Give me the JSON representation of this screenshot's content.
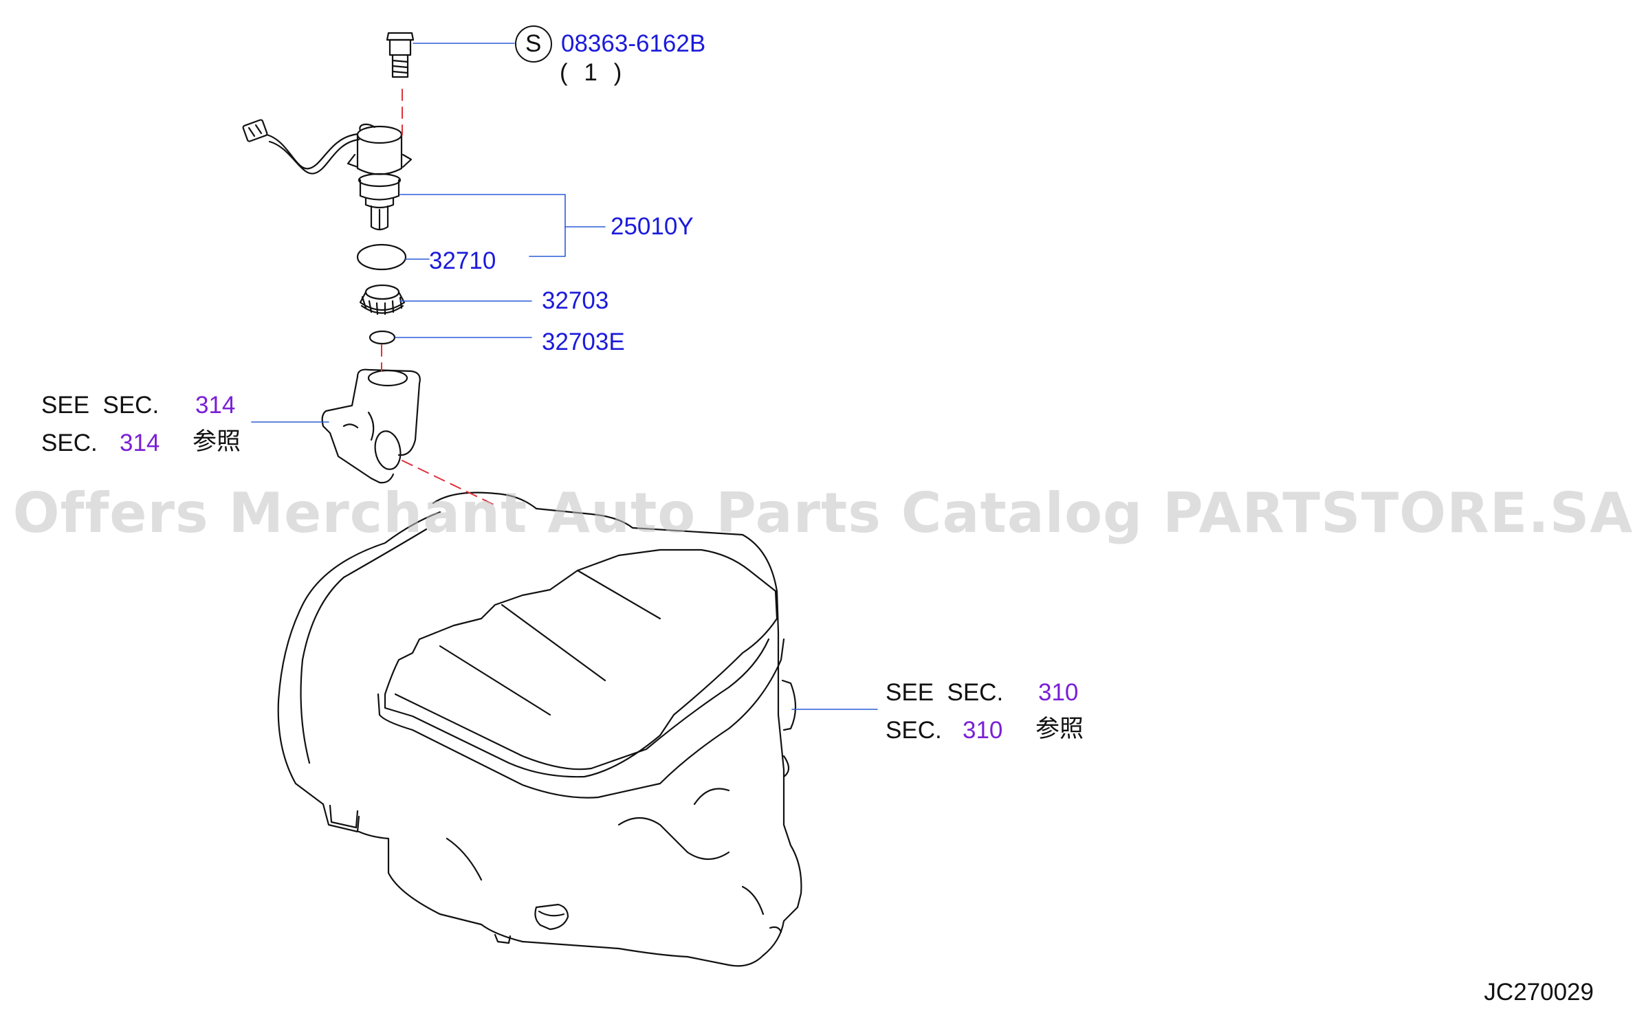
{
  "parts": {
    "bolt": {
      "symbol": "S",
      "number": "08363-6162B",
      "qty": "( 1 )"
    },
    "sensor": {
      "number": "25010Y"
    },
    "oring": {
      "number": "32710"
    },
    "gear": {
      "number": "32703"
    },
    "small_ring": {
      "number": "32703E"
    }
  },
  "refs": {
    "sec314": {
      "see_label": "SEE  SEC.",
      "sec_label": "SEC.",
      "section": "314",
      "jp": "参照"
    },
    "sec310": {
      "see_label": "SEE  SEC.",
      "sec_label": "SEC.",
      "section": "310",
      "jp": "参照"
    }
  },
  "watermark": "Offers Merchant Auto Parts Catalog PARTSTORE.SA",
  "diagram_code": "JC270029",
  "colors": {
    "part_number": "#1a1adb",
    "section_ref": "#7a1fd6",
    "leader": "#2a5bd7",
    "dash": "#e0303a"
  }
}
